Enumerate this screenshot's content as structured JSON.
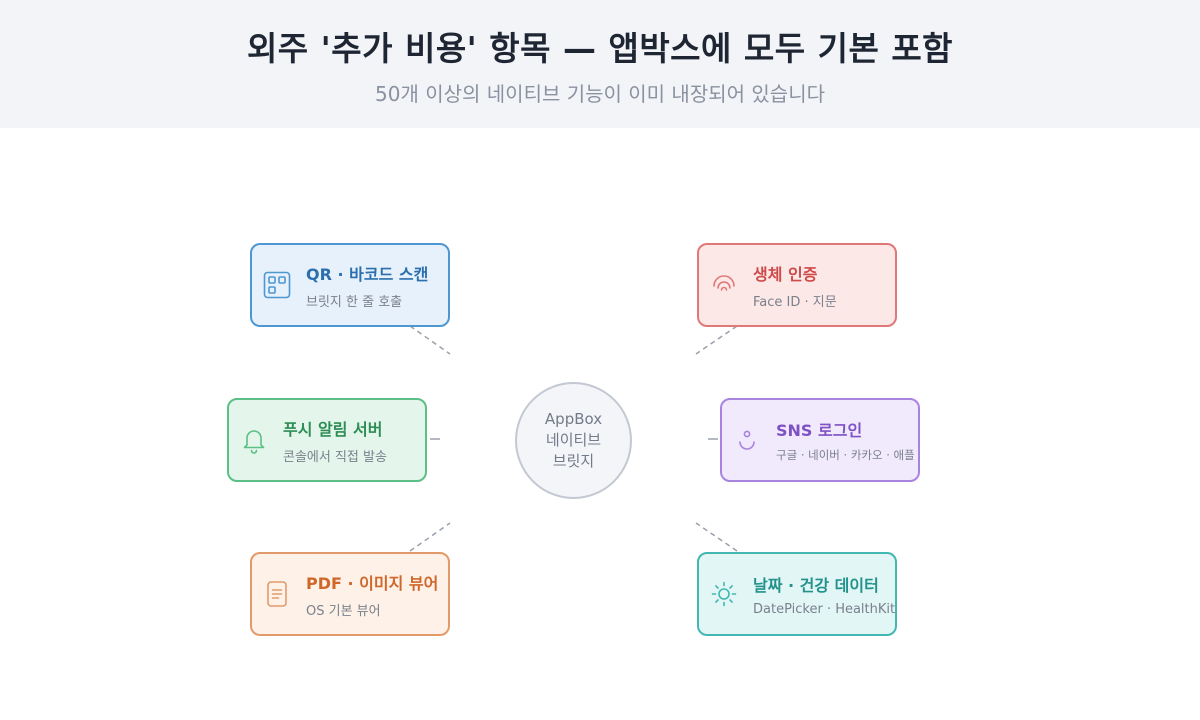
{
  "header": {
    "title": "외주 '추가 비용' 항목 — 앱박스에 모두 기본 포함",
    "subtitle": "50개 이상의 네이티브 기능이 이미 내장되어 있습니다"
  },
  "hub": {
    "line1": "AppBox",
    "line2": "네이티브",
    "line3": "브릿지"
  },
  "colors": {
    "blue": "#4e97d1",
    "red": "#e07878",
    "green": "#5bbf86",
    "purple": "#a883df",
    "orange": "#e39a6a",
    "teal": "#43b7b1",
    "connector": "#9aa0ab"
  },
  "cards": {
    "qr": {
      "title": "QR · 바코드 스캔",
      "desc": "브릿지 한 줄 호출",
      "icon": "qr-code-icon"
    },
    "biometric": {
      "title": "생체 인증",
      "desc": "Face ID · 지문",
      "icon": "fingerprint-icon"
    },
    "push": {
      "title": "푸시 알림 서버",
      "desc": "콘솔에서 직접 발송",
      "icon": "bell-icon"
    },
    "sns": {
      "title": "SNS 로그인",
      "desc": "구글 · 네이버 · 카카오 · 애플",
      "icon": "smile-icon"
    },
    "pdf": {
      "title": "PDF · 이미지 뷰어",
      "desc": "OS 기본 뷰어",
      "icon": "document-icon"
    },
    "datetime": {
      "title": "날짜 · 건강 데이터",
      "desc": "DatePicker · HealthKit",
      "icon": "sun-icon"
    }
  }
}
